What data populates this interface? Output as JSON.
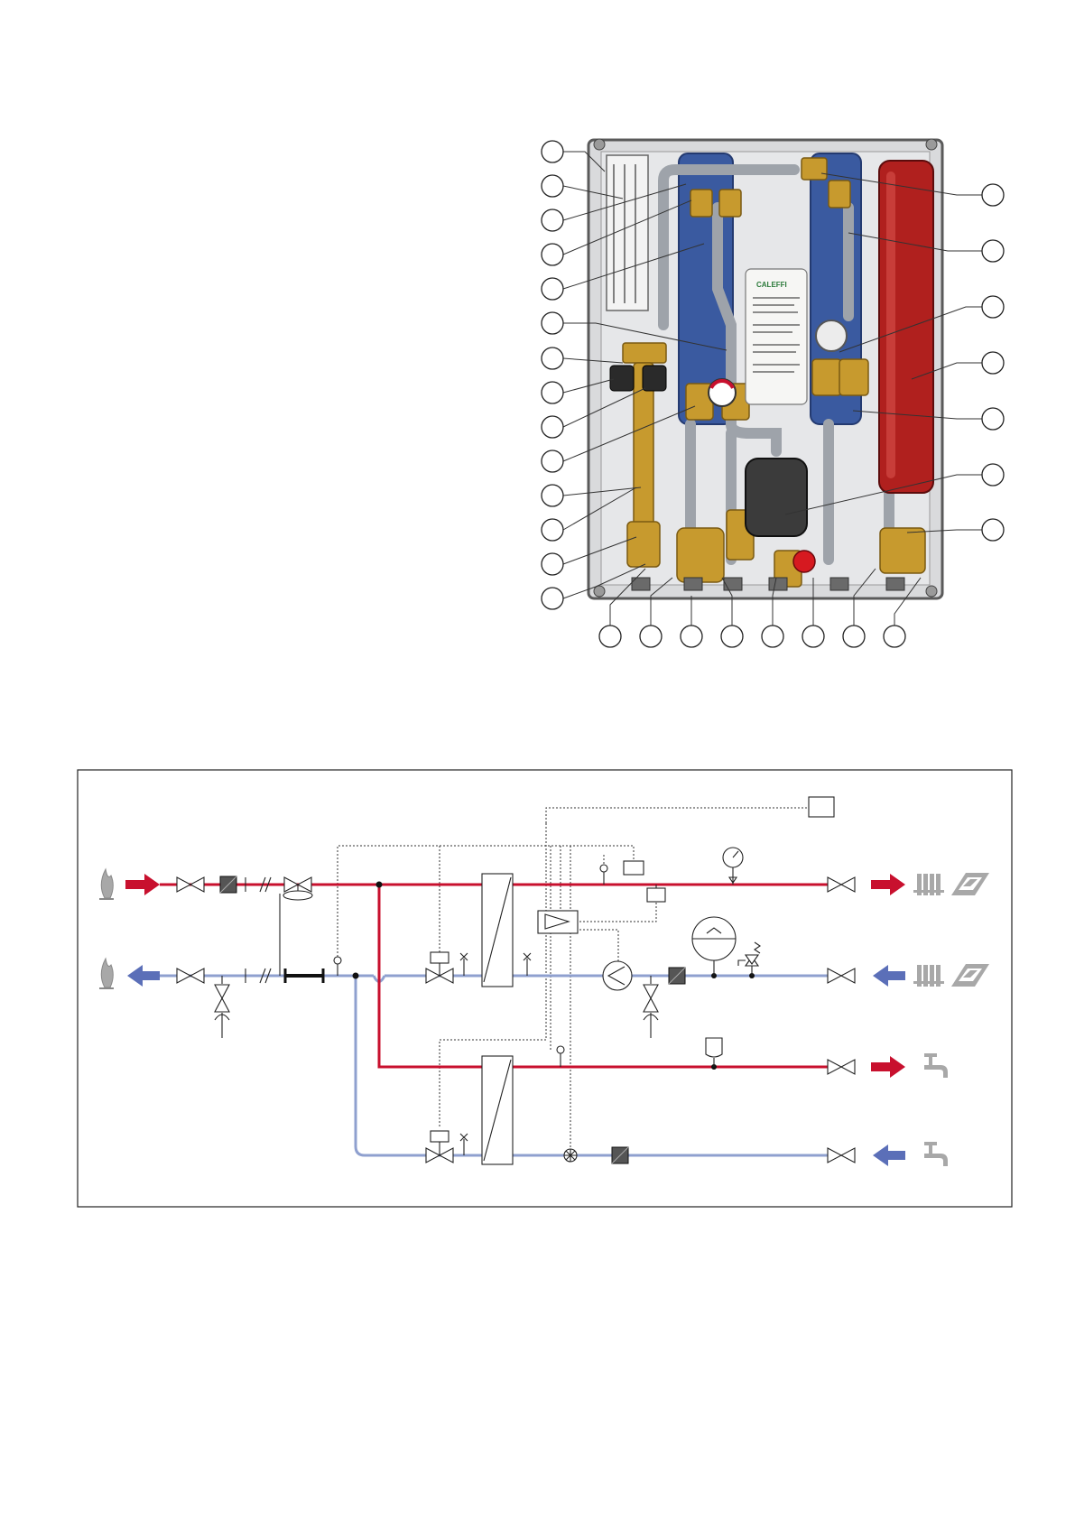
{
  "figure": {
    "product_label": "CALEFFI",
    "callouts_left_count": 14,
    "callouts_right_count": 7,
    "callouts_bottom_count": 8
  },
  "schematic": {
    "description_visible": false,
    "colors": {
      "hot_flow": "#c8102e",
      "return_flow": "#8fa0cf",
      "control": "#333333",
      "terminal_icons": "#a8a8a8"
    },
    "icons": [
      "flame-icon",
      "radiator-icon",
      "floor-heating-icon",
      "tap-icon"
    ]
  }
}
